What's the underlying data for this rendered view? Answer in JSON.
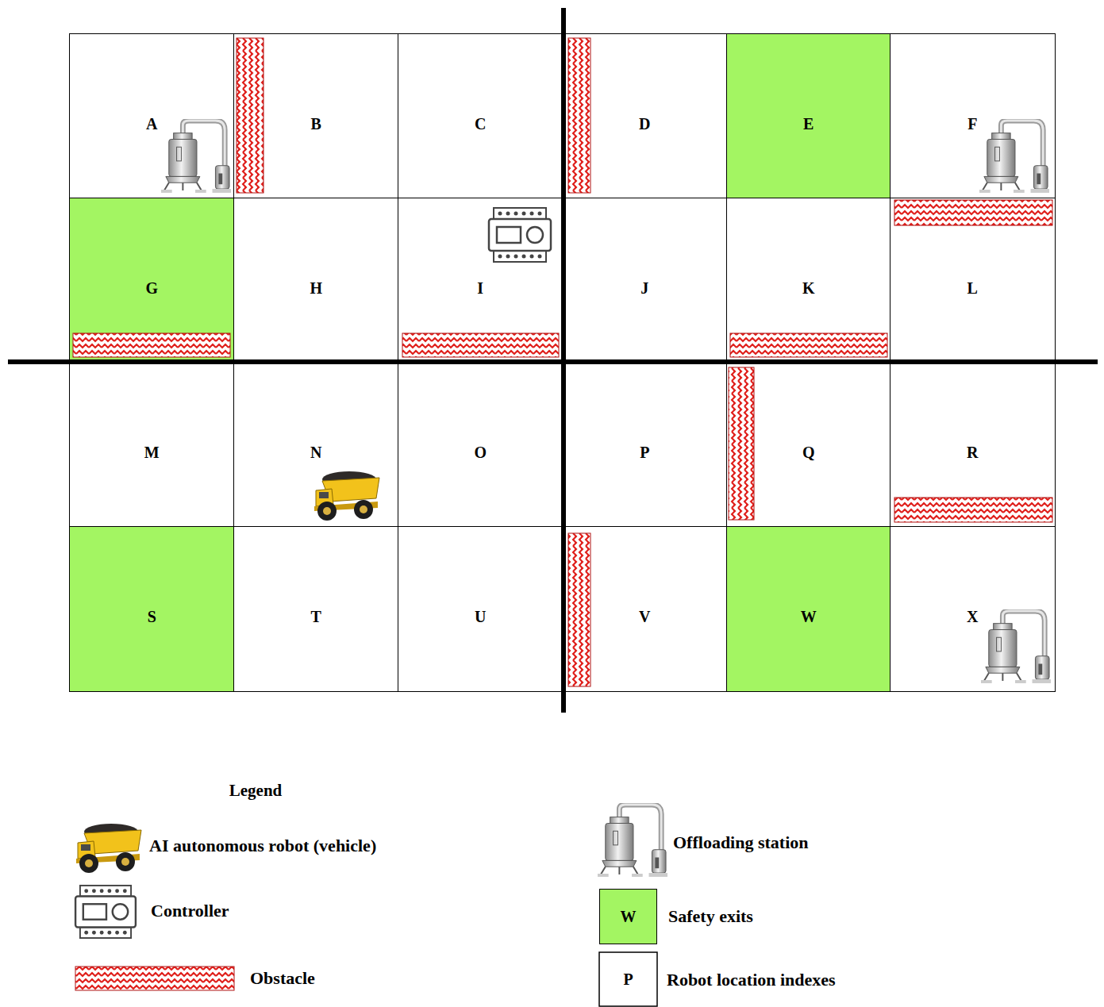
{
  "diagram": {
    "nodes": [
      {
        "text": [
          "A"
        ]
      },
      {
        "text": [
          "B"
        ]
      },
      {
        "text": [
          "C"
        ]
      },
      {
        "text": [
          "D"
        ]
      },
      {
        "text": [
          "E"
        ]
      },
      {
        "text": [
          "F"
        ]
      },
      {
        "text": [
          "G"
        ]
      },
      {
        "text": [
          "H"
        ]
      },
      {
        "text": [
          "I"
        ]
      },
      {
        "text": [
          "J"
        ]
      },
      {
        "text": [
          "K"
        ]
      },
      {
        "text": [
          "L"
        ]
      },
      {
        "text": [
          "M"
        ]
      },
      {
        "text": [
          "N"
        ]
      },
      {
        "text": [
          "O"
        ]
      },
      {
        "text": [
          "P"
        ]
      },
      {
        "text": [
          "Q"
        ]
      },
      {
        "text": [
          "R"
        ]
      },
      {
        "text": [
          "S"
        ]
      },
      {
        "text": [
          "T"
        ]
      },
      {
        "text": [
          "U"
        ]
      },
      {
        "text": [
          "V"
        ]
      },
      {
        "text": [
          "W"
        ]
      },
      {
        "text": [
          "X"
        ]
      }
    ],
    "labels": [
      "Legend",
      "W",
      "P"
    ],
    "legend": [
      {
        "text": "AI autonomous robot (vehicle)"
      },
      {
        "text": "Controller"
      },
      {
        "text": "Obstacle"
      },
      {
        "text": "Offloading station"
      },
      {
        "text": "Safety exits",
        "color": "#a3f562"
      },
      {
        "text": "Robot location indexes"
      }
    ]
  }
}
